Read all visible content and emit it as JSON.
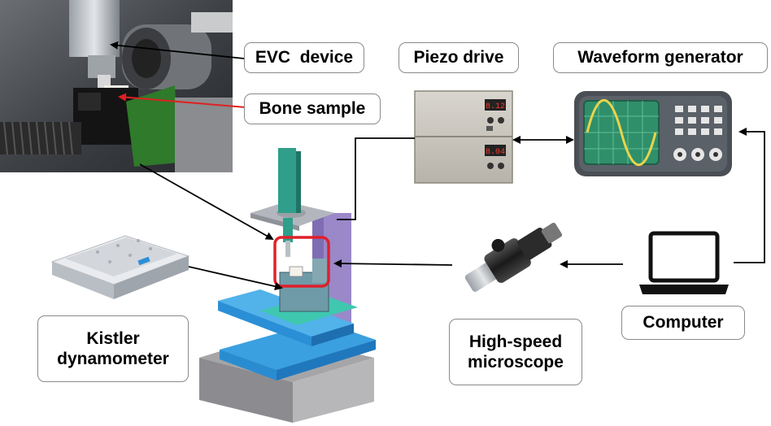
{
  "labels": {
    "evc_device": "EVC  device",
    "bone_sample": "Bone sample",
    "piezo_drive": "Piezo drive",
    "waveform_generator": "Waveform generator",
    "computer": "Computer",
    "kistler_line1": "Kistler",
    "kistler_line2": "dynamometer",
    "microscope_line1": "High-speed",
    "microscope_line2": "microscope"
  },
  "piezo_display": {
    "top_readout": "8.12",
    "bottom_readout": "8.04"
  },
  "colors": {
    "connector": "#000000",
    "sample_pointer": "#e02020",
    "highlight_box": "#e0202a",
    "machine_base": "#2a8fd6",
    "spindle": "#2a9d8f",
    "column": "#8e7cc3",
    "screen_green": "#2f8f6a",
    "sine_wave": "#e8d44d"
  },
  "icons": [
    "photo-evc-device",
    "piezo-drive-unit",
    "waveform-generator-icon",
    "laptop-icon",
    "microscope-icon",
    "dynamometer-icon",
    "machine-tool-model"
  ]
}
